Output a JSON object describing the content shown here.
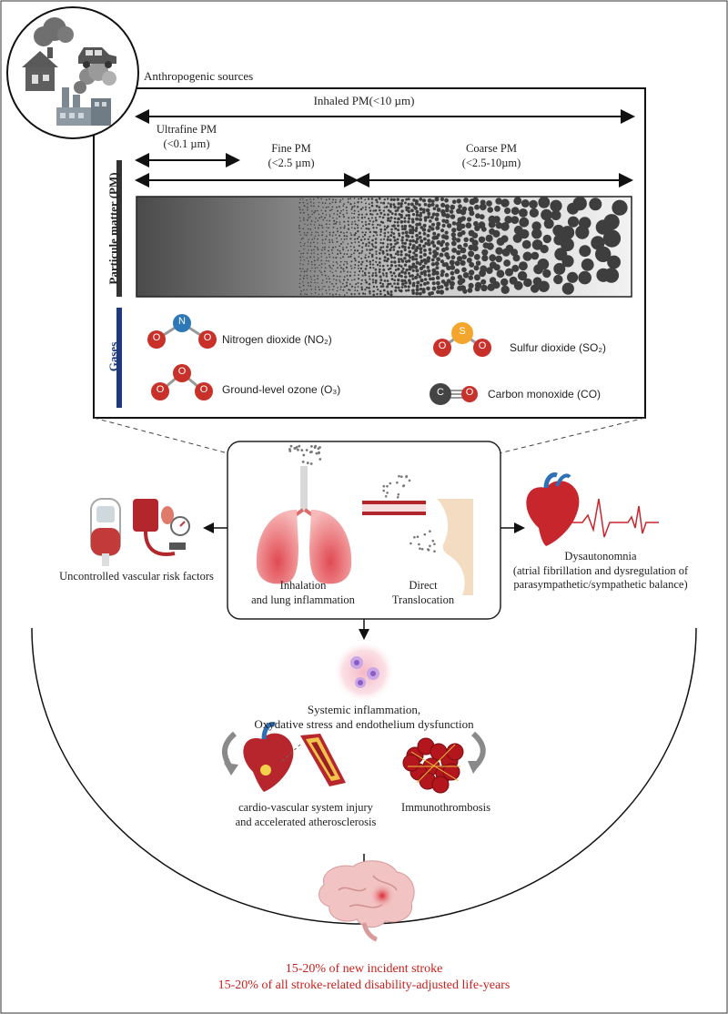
{
  "sources": {
    "label": "Anthropogenic sources"
  },
  "pm": {
    "side_label": "Particule matter (PM)",
    "inhaled": "Inhaled PM(<10 µm)",
    "ultrafine_name": "Ultrafine PM",
    "ultrafine_size": "(<0.1 µm)",
    "fine_name": "Fine PM",
    "fine_size": "(<2.5 µm)",
    "coarse_name": "Coarse PM",
    "coarse_size": "(<2.5-10µm)"
  },
  "gases": {
    "side_label": "Gases",
    "no2_label": "Nitrogen dioxide (NO₂)",
    "no2_atoms": [
      "O",
      "N",
      "O"
    ],
    "so2_label": "Sulfur dioxide (SO₂)",
    "so2_atoms": [
      "O",
      "S",
      "O"
    ],
    "o3_label": "Ground-level ozone (O₃)",
    "o3_atoms": [
      "O",
      "O",
      "O"
    ],
    "co_label": "Carbon monoxide (CO)",
    "co_atoms": [
      "C",
      "O"
    ]
  },
  "exposure": {
    "inhalation_1": "Inhalation",
    "inhalation_2": "and lung inflammation",
    "translocation_1": "Direct",
    "translocation_2": "Translocation"
  },
  "left_effect": {
    "label": "Uncontrolled vascular risk factors"
  },
  "right_effect": {
    "line1": "Dysautonomnia",
    "line2": "(atrial fibrillation and dysregulation of",
    "line3": "parasympathetic/sympathetic balance)"
  },
  "systemic": {
    "line1": "Systemic inflammation,",
    "line2": "Oxydative stress and endothelium dysfunction"
  },
  "cardio": {
    "line1": "cardio-vascular system injury",
    "line2": "and accelerated atherosclerosis"
  },
  "immuno": {
    "label": "Immunothrombosis"
  },
  "outcome": {
    "line1": "15-20% of new incident stroke",
    "line2": "15-20% of all stroke-related disability-adjusted life-years"
  },
  "colors": {
    "outcome_red": "#c8201c",
    "oxygen_red": "#c8302a",
    "nitrogen_blue": "#2e78b7",
    "sulfur_orange": "#f3a62b",
    "carbon_grey": "#444444",
    "gases_bar": "#1f3a7a"
  }
}
